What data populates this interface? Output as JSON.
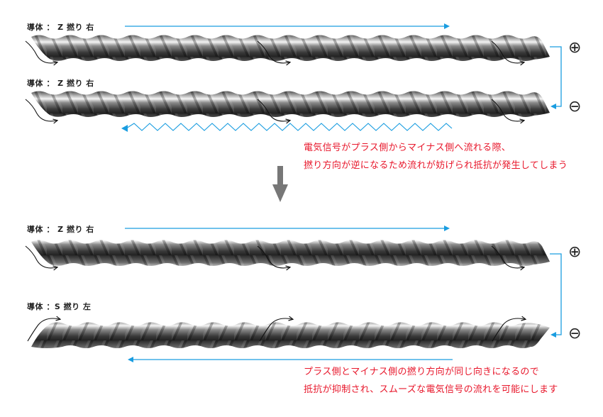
{
  "top_panel": {
    "conductor_1_label": "導体 ： Z 撚り 右",
    "conductor_2_label": "導体 ： Z 撚り 右",
    "note_line_1": "電気信号がプラス側からマイナス側へ流れる際、",
    "note_line_2": "撚り方向が逆になるため流れが妨げられ抵抗が発生してしまう"
  },
  "bottom_panel": {
    "conductor_1_label": "導体 ： Z 撚り 右",
    "conductor_2_label": "導体 ：S 撚り 左",
    "note_line_1": "プラス側とマイナス側の撚り方向が同じ向きになるので",
    "note_line_2": "抵抗が抑制され、スムーズな電気信号の流れを可能にします"
  },
  "symbols": {
    "plus": "⊕",
    "minus": "⊖"
  },
  "colors": {
    "signal_blue": "#1a9de0",
    "note_red": "#e8182c",
    "arrow_gray": "#777777",
    "text_dark": "#222222"
  }
}
